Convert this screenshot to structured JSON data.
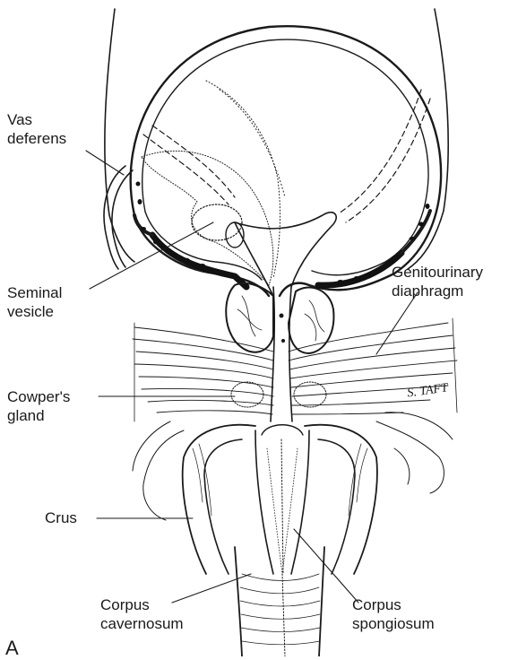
{
  "labels": {
    "vas_deferens": [
      "Vas",
      "deferens"
    ],
    "seminal_vesicle": [
      "Seminal",
      "vesicle"
    ],
    "genitourinary_diaphragm": [
      "Genitourinary",
      "diaphragm"
    ],
    "cowpers_gland": [
      "Cowper's",
      "gland"
    ],
    "crus": [
      "Crus"
    ],
    "corpus_cavernosum": [
      "Corpus",
      "cavernosum"
    ],
    "corpus_spongiosum": [
      "Corpus",
      "spongiosum"
    ]
  },
  "panel_letter": "A",
  "artist_signature": "S. TAFT",
  "colors": {
    "ink": "#1a1a1a",
    "background": "#ffffff"
  }
}
